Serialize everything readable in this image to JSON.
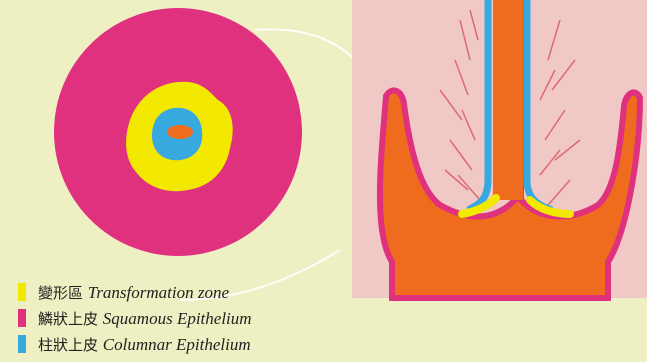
{
  "colors": {
    "background": "#eef0c4",
    "transformation_zone": "#f2e800",
    "squamous_epithelium": "#e0317f",
    "columnar_epithelium": "#38a9de",
    "os": "#ef6b1e",
    "stroma": "#ef6b1e",
    "tissue_background": "#f0c9c7"
  },
  "legend": [
    {
      "zh": "變形區",
      "en": "Transformation zone",
      "color": "#f2e800",
      "icon": "yellow-swatch"
    },
    {
      "zh": "鱗狀上皮",
      "en": "Squamous Epithelium",
      "color": "#e0317f",
      "icon": "magenta-swatch"
    },
    {
      "zh": "柱狀上皮",
      "en": "Columnar Epithelium",
      "color": "#38a9de",
      "icon": "blue-swatch"
    }
  ]
}
